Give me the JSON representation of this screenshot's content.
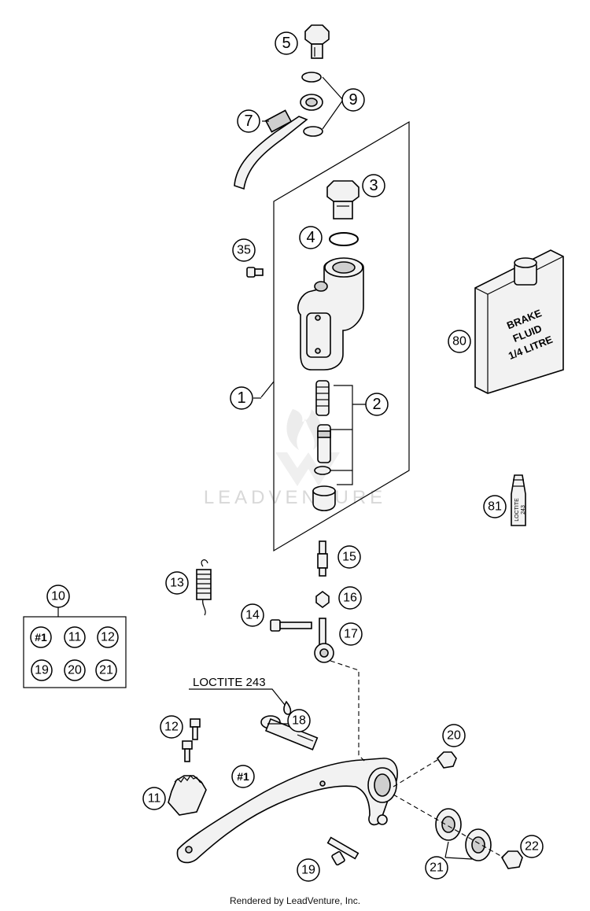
{
  "callouts": {
    "c5": "5",
    "c9": "9",
    "c7": "7",
    "c3": "3",
    "c4": "4",
    "c35": "35",
    "c80": "80",
    "c1": "1",
    "c2": "2",
    "c81": "81",
    "c15": "15",
    "c13": "13",
    "c16": "16",
    "c10": "10",
    "c14": "14",
    "c17": "17",
    "k_h1": "#1",
    "k_11": "11",
    "k_12": "12",
    "k_19": "19",
    "k_20": "20",
    "k_21": "21",
    "c18": "18",
    "c12": "12",
    "c20": "20",
    "ch1": "#1",
    "c11": "11",
    "c22": "22",
    "c21": "21",
    "c19": "19"
  },
  "labels": {
    "loctite_note": "LOCTITE 243",
    "brake_bottle": [
      "BRAKE",
      "FLUID",
      "1/4 LITRE"
    ],
    "loctite_tube": [
      "LOCTITE",
      "243"
    ],
    "watermark": "LEADVENTURE"
  },
  "footer": "Rendered by LeadVenture, Inc."
}
